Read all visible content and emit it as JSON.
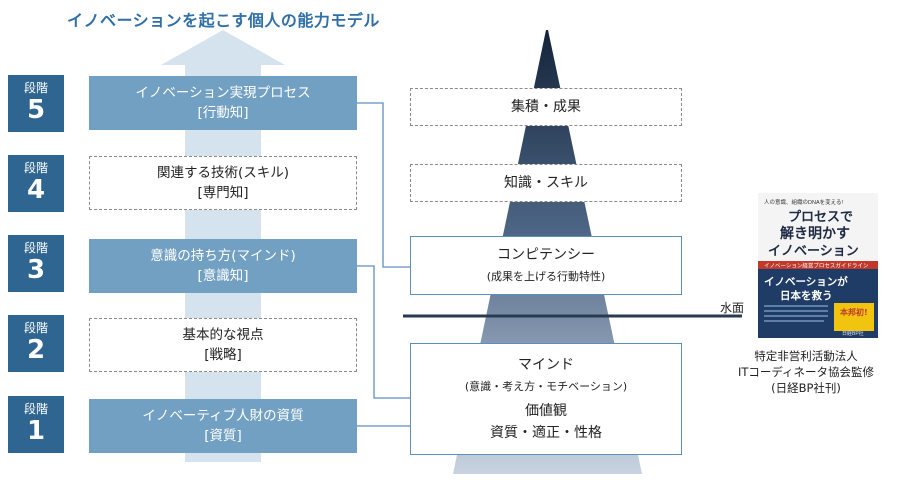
{
  "title": "イノベーションを起こす個人の能力モデル",
  "levels": [
    {
      "label": "段階",
      "number": "5"
    },
    {
      "label": "段階",
      "number": "4"
    },
    {
      "label": "段階",
      "number": "3"
    },
    {
      "label": "段階",
      "number": "2"
    },
    {
      "label": "段階",
      "number": "1"
    }
  ],
  "stages": [
    {
      "line1": "イノベーション実現プロセス",
      "line2": "[行動知]",
      "style": "solid"
    },
    {
      "line1": "関連する技術(スキル)",
      "line2": "[専門知]",
      "style": "dashed"
    },
    {
      "line1": "意識の持ち方(マインド)",
      "line2": "[意識知]",
      "style": "solid"
    },
    {
      "line1": "基本的な視点",
      "line2": "[戦略]",
      "style": "dashed"
    },
    {
      "line1": "イノベーティブ人財の資質",
      "line2": "[資質]",
      "style": "solid"
    }
  ],
  "pyramid": {
    "accumulation": "集積・成果",
    "knowledge": "知識・スキル",
    "competency": "コンピテンシー",
    "competency_sub": "(成果を上げる行動特性)",
    "water_surface": "水面",
    "mind": "マインド",
    "mind_sub": "(意識・考え方・モチベーション)",
    "values": "価値観",
    "qualities": "資質・適正・性格"
  },
  "book": {
    "tagline": "人の意識、組織のDNAを変える!",
    "title1": "プロセスで",
    "title2": "解き明かす",
    "title3": "イノベーション",
    "band": "イノベーション経営プロセスガイドライン",
    "headline1": "イノベーションが",
    "headline2": "日本を救う",
    "badge1": "本邦初!",
    "publisher_tag": "日経BP社"
  },
  "credit": {
    "line1": "特定非営利活動法人",
    "line2": "ITコーディネータ協会監修",
    "line3": "(日経BP社刊)"
  },
  "colors": {
    "level_bg": "#2f6691",
    "stage_solid": "#72a0c3",
    "title": "#2f6fa8",
    "pyramid_top": "#14243a",
    "pyramid_bottom": "#c4cfdd"
  }
}
